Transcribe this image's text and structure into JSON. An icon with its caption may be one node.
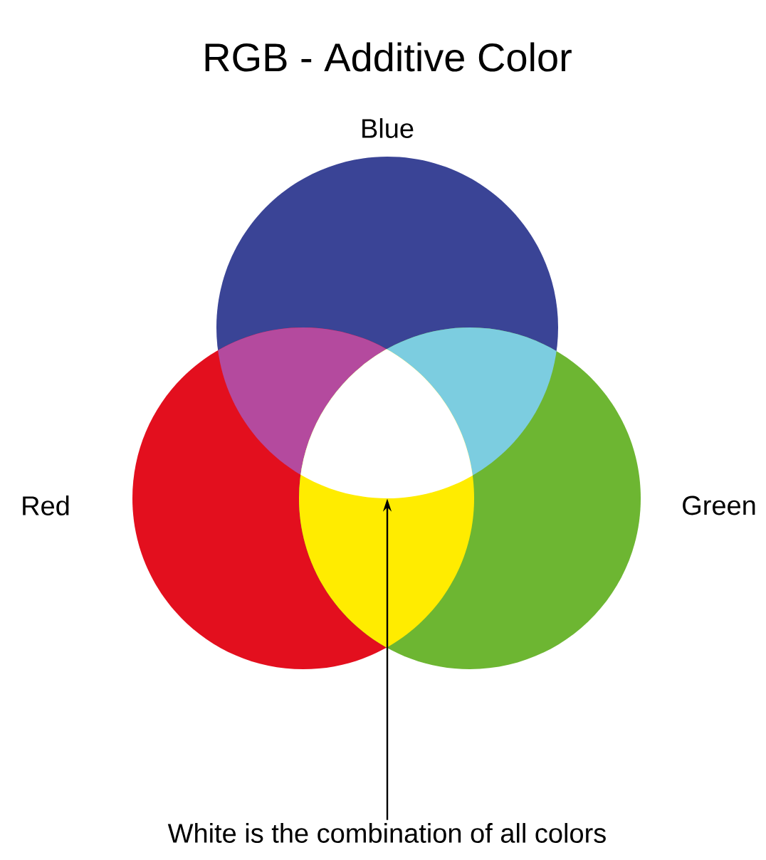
{
  "diagram": {
    "title": "RGB - Additive Color",
    "nodes": [
      {
        "text": [],
        "shape": "triangle"
      },
      {
        "text": [
          "White is the combination of all colors"
        ]
      }
    ],
    "edges": [
      {
        "from": 1,
        "to": 0,
        "arrow": "to"
      }
    ],
    "labels": [
      "Blue",
      "Red",
      "Green"
    ]
  }
}
